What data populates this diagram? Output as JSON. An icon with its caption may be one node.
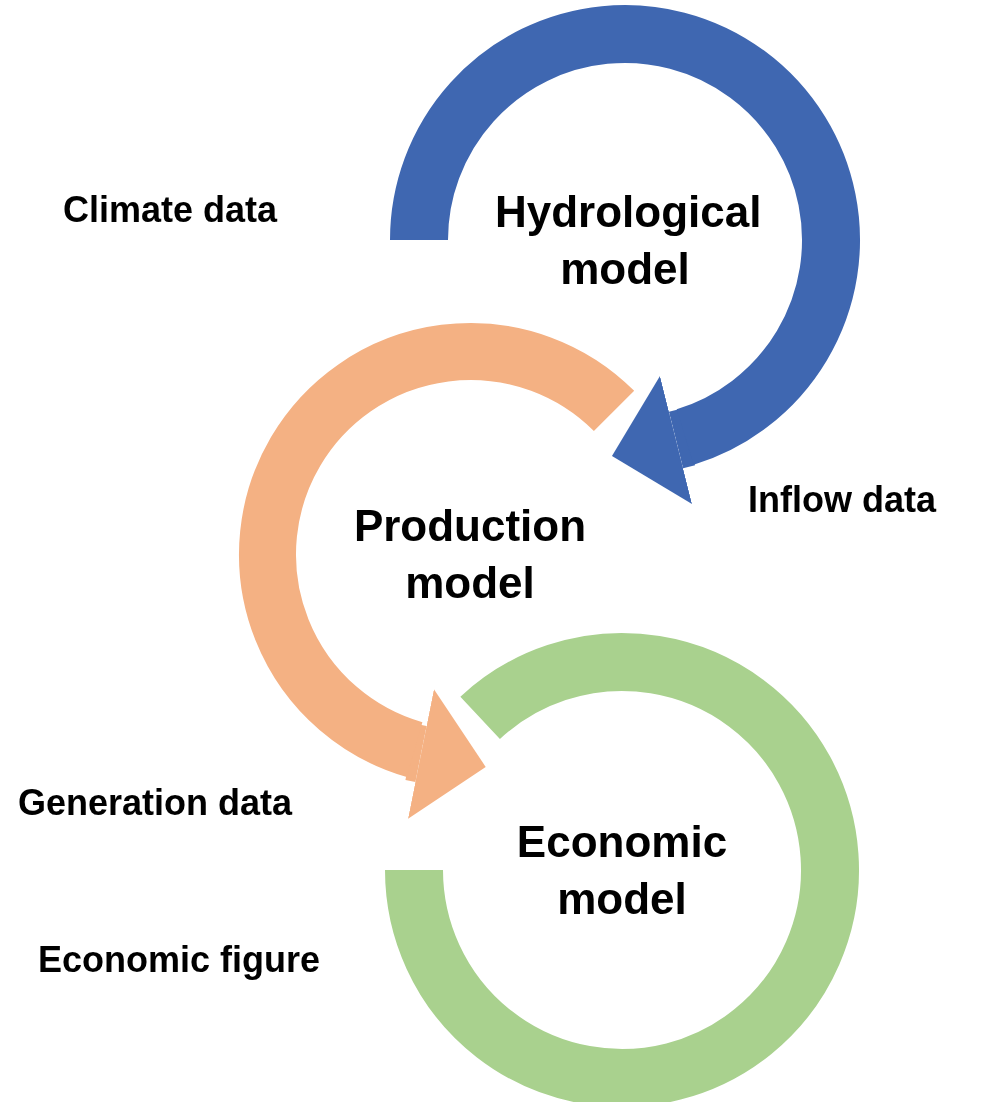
{
  "diagram": {
    "nodes": [
      {
        "text": [
          "Hydrological model"
        ]
      },
      {
        "text": [
          "Production model"
        ]
      },
      {
        "text": [
          "Economic model"
        ]
      }
    ],
    "edges": [
      {
        "from": 0,
        "to": 1,
        "arrow": "to",
        "color": "#3f67b1"
      },
      {
        "from": 1,
        "to": 2,
        "arrow": "to",
        "color": "#f4b183"
      }
    ],
    "labels": [
      "Climate data",
      "Inflow data",
      "Generation data",
      "Economic figure"
    ]
  }
}
